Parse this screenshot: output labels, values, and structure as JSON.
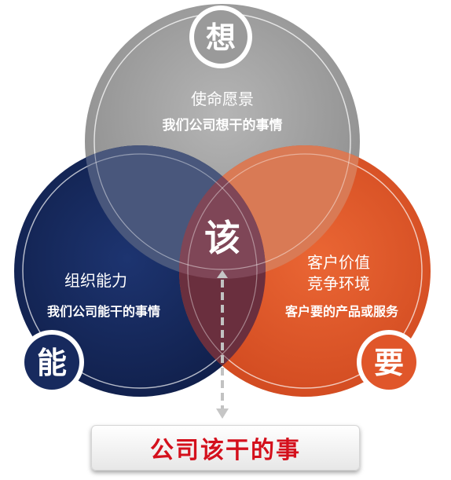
{
  "colors": {
    "top_circle": "#9b9b9b",
    "left_circle": "#172a5e",
    "right_circle": "#e0562a",
    "center": "#7a3e53",
    "result_text": "#d4101c"
  },
  "top": {
    "badge": "想",
    "title": "使命愿景",
    "subtitle": "我们公司想干的事情"
  },
  "left": {
    "badge": "能",
    "title": "组织能力",
    "subtitle": "我们公司能干的事情"
  },
  "right": {
    "badge": "要",
    "title_line1": "客户价值",
    "title_line2": "竞争环境",
    "subtitle": "客户要的产品或服务"
  },
  "center": {
    "label": "该"
  },
  "result": {
    "label": "公司该干的事"
  }
}
